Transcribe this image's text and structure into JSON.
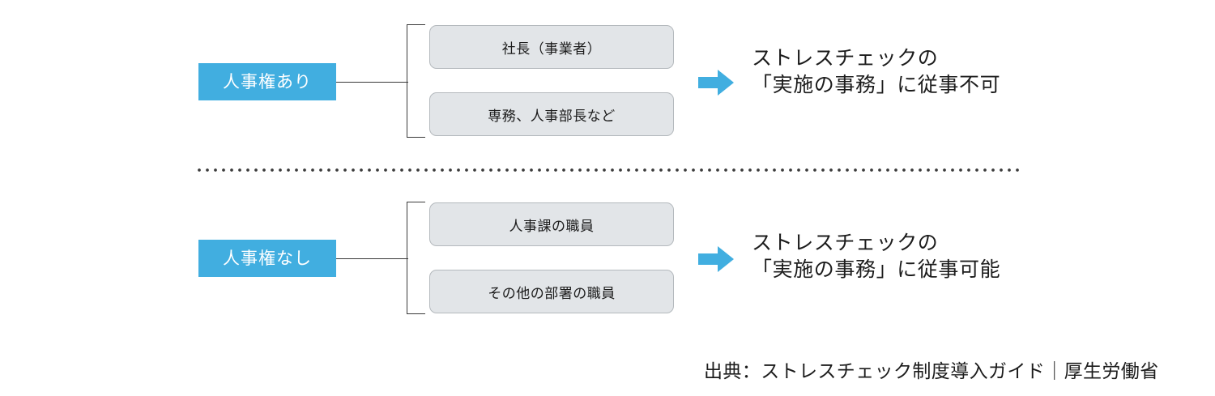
{
  "diagram": {
    "title_present": false,
    "colors": {
      "accent_blue": "#41aee0",
      "node_fill": "#e2e5e8",
      "node_border": "#b4b9bd",
      "line": "#3a3a3a",
      "text": "#1c1c1c",
      "label_text": "#ffffff",
      "background": "#ffffff"
    },
    "rows": [
      {
        "id": "row-a",
        "category_label": "人事権あり",
        "nodes": [
          "社長（事業者）",
          "専務、人事部長など"
        ],
        "arrow_icon": "right-arrow-icon",
        "outcome_lines": [
          "ストレスチェックの",
          "「実施の事務」に従事不可"
        ]
      },
      {
        "id": "row-b",
        "category_label": "人事権なし",
        "nodes": [
          "人事課の職員",
          "その他の部署の職員"
        ],
        "arrow_icon": "right-arrow-icon",
        "outcome_lines": [
          "ストレスチェックの",
          "「実施の事務」に従事可能"
        ]
      }
    ],
    "divider": {
      "style": "dotted"
    },
    "source": "出典：ストレスチェック制度導入ガイド｜厚生労働省"
  }
}
